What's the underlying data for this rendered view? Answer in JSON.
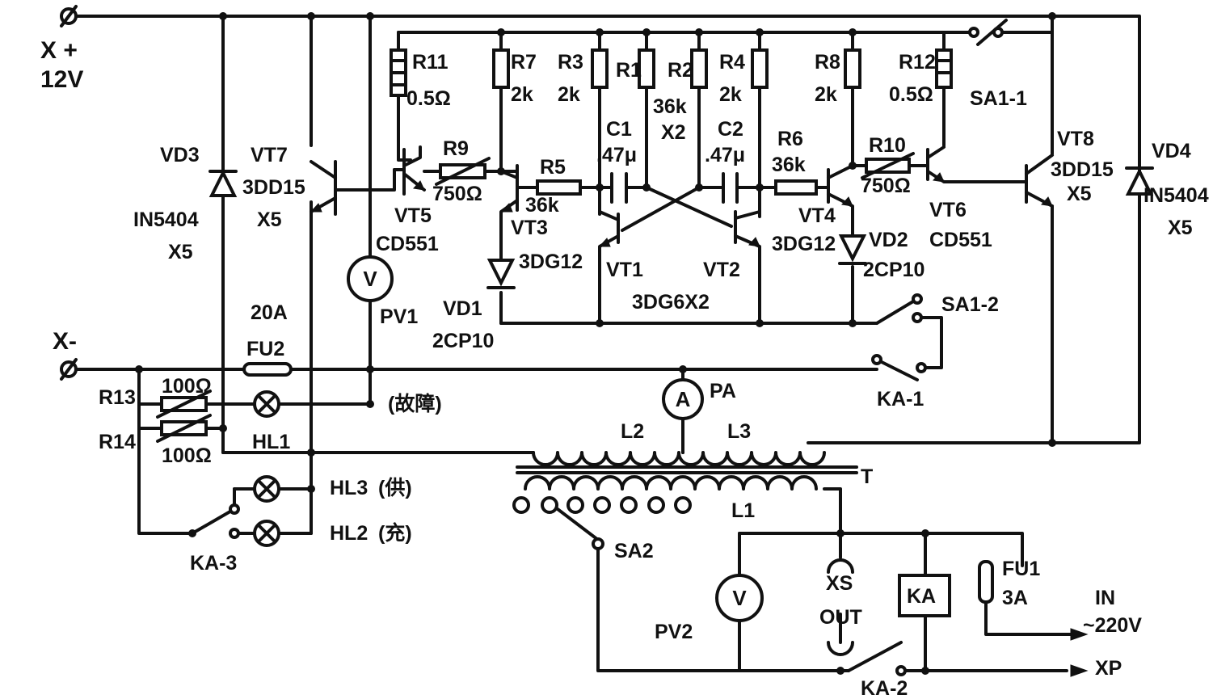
{
  "terminals": {
    "x_plus": "X +",
    "v12": "12V",
    "x_minus": "X-",
    "in": "IN",
    "in_ac": "~220V",
    "xp": "XP",
    "out": "OUT"
  },
  "components": {
    "r11": {
      "name": "R11",
      "value": "0.5Ω"
    },
    "r7": {
      "name": "R7",
      "value": "2k"
    },
    "r3": {
      "name": "R3",
      "value": "2k"
    },
    "r1": {
      "name": "R1"
    },
    "r2": {
      "name": "R2",
      "value": "36k",
      "qty": "X2"
    },
    "r4": {
      "name": "R4",
      "value": "2k"
    },
    "r8": {
      "name": "R8",
      "value": "2k"
    },
    "r12": {
      "name": "R12",
      "value": "0.5Ω"
    },
    "r9": {
      "name": "R9",
      "value": "750Ω"
    },
    "r5": {
      "name": "R5",
      "value": "36k"
    },
    "r6": {
      "name": "R6",
      "value": "36k"
    },
    "r10": {
      "name": "R10",
      "value": "750Ω"
    },
    "r13": {
      "name": "R13",
      "value": "100Ω"
    },
    "r14": {
      "name": "R14",
      "value": "100Ω"
    },
    "c1": {
      "name": "C1",
      "value": ".47μ"
    },
    "c2": {
      "name": "C2",
      "value": ".47μ"
    },
    "vd1": {
      "name": "VD1",
      "part": "2CP10"
    },
    "vd2": {
      "name": "VD2",
      "part": "2CP10"
    },
    "vd3": {
      "name": "VD3",
      "part": "IN5404",
      "qty": "X5"
    },
    "vd4": {
      "name": "VD4",
      "part": "IN5404",
      "qty": "X5"
    },
    "vt1": {
      "name": "VT1"
    },
    "vt2": {
      "name": "VT2"
    },
    "vt12_part": "3DG6X2",
    "vt3": {
      "name": "VT3",
      "part": "3DG12"
    },
    "vt4": {
      "name": "VT4",
      "part": "3DG12"
    },
    "vt5": {
      "name": "VT5",
      "part": "CD551"
    },
    "vt6": {
      "name": "VT6",
      "part": "CD551"
    },
    "vt7": {
      "name": "VT7",
      "part": "3DD15",
      "qty": "X5"
    },
    "vt8": {
      "name": "VT8",
      "part": "3DD15",
      "qty": "X5"
    },
    "fu1": {
      "name": "FU1",
      "value": "3A"
    },
    "fu2": {
      "name": "FU2",
      "value": "20A"
    },
    "hl1": {
      "name": "HL1"
    },
    "hl2": {
      "name": "HL2",
      "note": "(充)"
    },
    "hl3": {
      "name": "HL3",
      "note": "(供)"
    },
    "fault": "(故障)",
    "pv1": {
      "name": "PV1",
      "symbol": "V"
    },
    "pv2": {
      "name": "PV2",
      "symbol": "V"
    },
    "pa": {
      "name": "PA",
      "symbol": "A"
    },
    "ka": {
      "name": "KA"
    },
    "ka1": "KA-1",
    "ka2": "KA-2",
    "ka3": "KA-3",
    "sa11": "SA1-1",
    "sa12": "SA1-2",
    "sa2": "SA2",
    "l1": "L1",
    "l2": "L2",
    "l3": "L3",
    "t": "T",
    "xs": "XS"
  }
}
